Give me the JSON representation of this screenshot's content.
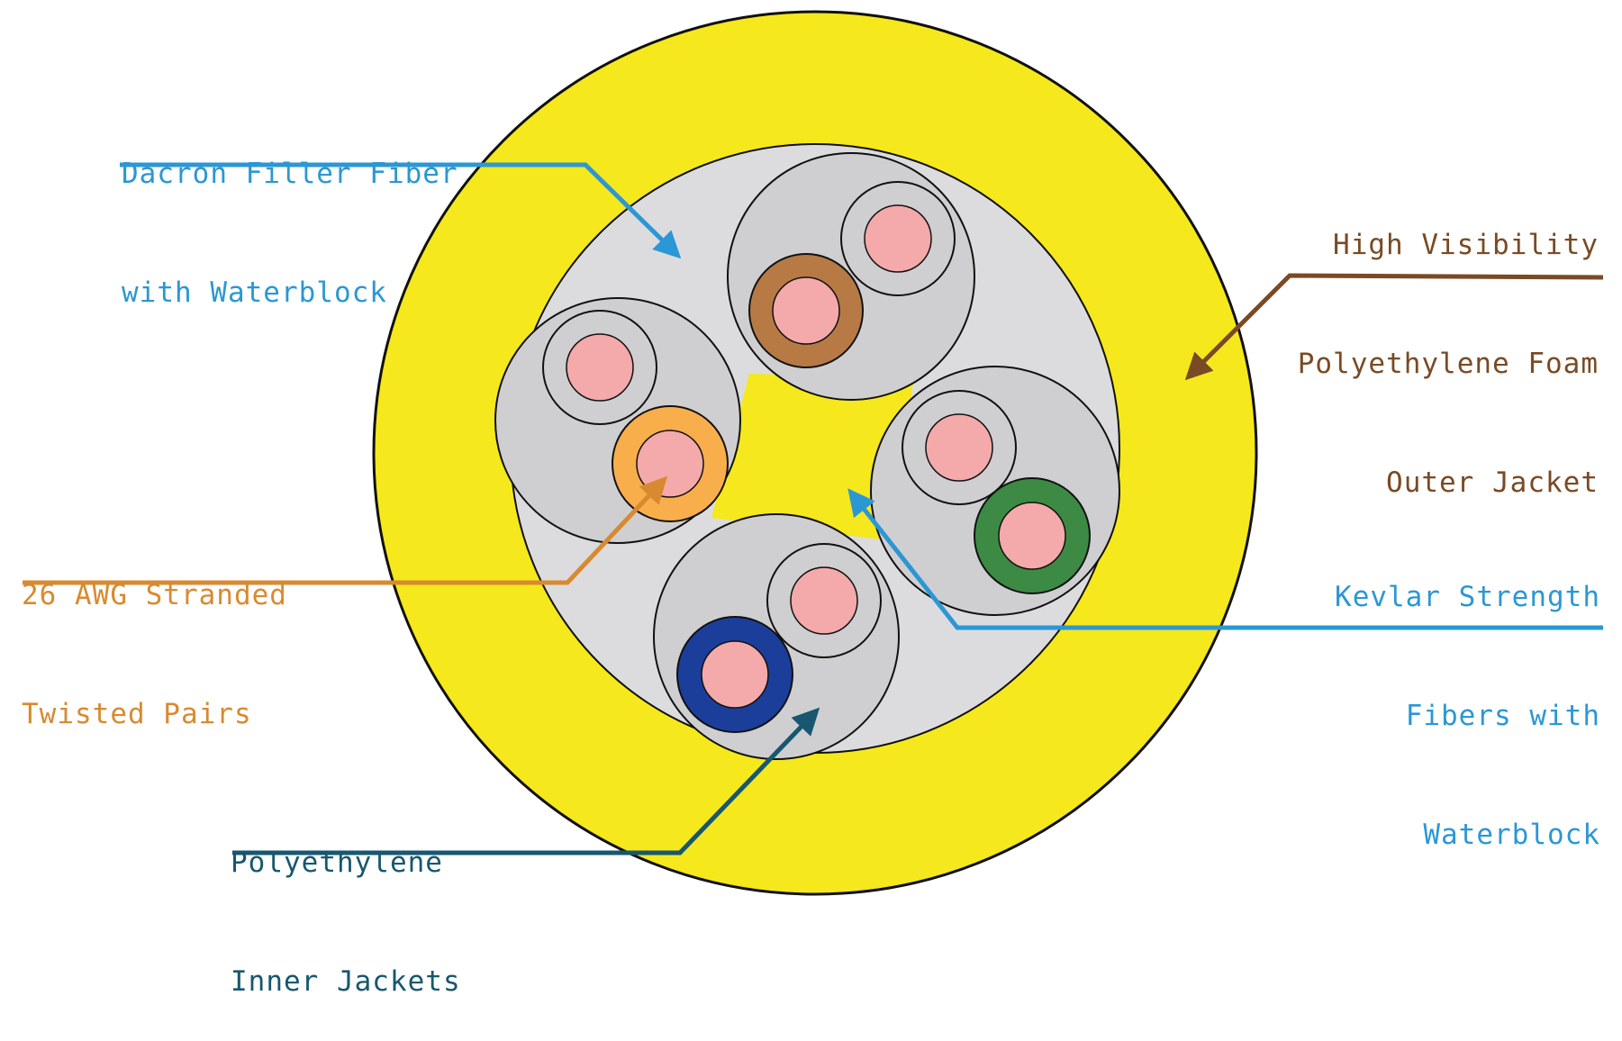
{
  "labels": {
    "dacron": {
      "line1": "Dacron Filler Fiber",
      "line2": "with Waterblock"
    },
    "outer_jacket": {
      "line1": "High Visibility",
      "line2": "Polyethylene Foam",
      "line3": "Outer Jacket"
    },
    "stranded": {
      "line1": "26 AWG Stranded",
      "line2": "Twisted Pairs"
    },
    "kevlar": {
      "line1": "Kevlar Strength",
      "line2": "Fibers with",
      "line3": "Waterblock"
    },
    "inner_jackets": {
      "line1": "Polyethylene",
      "line2": "Inner Jackets"
    }
  },
  "colors": {
    "outer_jacket": "#f5e81c",
    "filler": "#dcdcde",
    "inner_jacket": "#cfcfd1",
    "conductor": "#f4a9aa",
    "pair_brown": "#b77a45",
    "pair_orange": "#f9ae4c",
    "pair_green": "#3c8a44",
    "pair_blue": "#1b3e9a",
    "label_blue": "#2b97d4",
    "label_brown": "#7a4a24",
    "label_orange": "#d88a30",
    "label_navy": "#17576f"
  }
}
